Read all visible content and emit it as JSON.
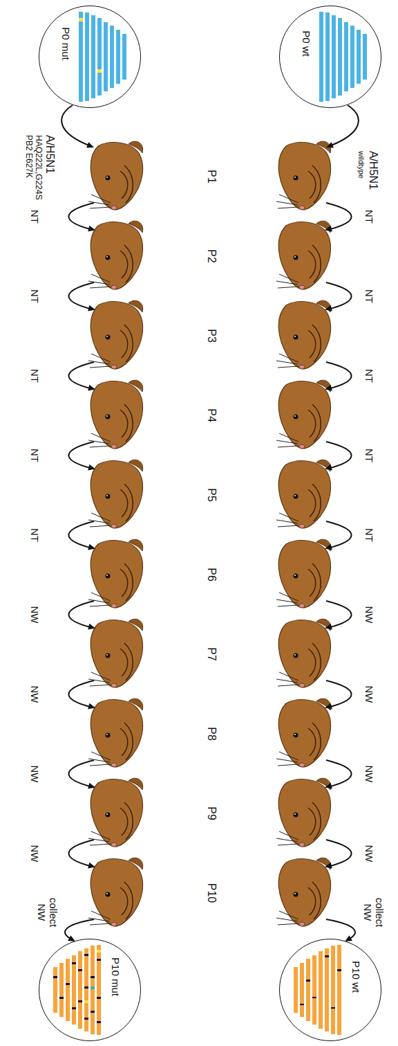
{
  "diagram": {
    "nodes": [
      {
        "text": [
          "P0 wt"
        ]
      },
      {
        "text": [
          "P0 mut"
        ]
      },
      {
        "text": [
          "P10 wt"
        ]
      },
      {
        "text": [
          "P10 mut"
        ]
      }
    ],
    "labels": [
      "A/H5N1",
      "wildtype",
      "A/H5N1",
      "HAQ222L,G224S",
      "PB2 E627K",
      "P1",
      "P2",
      "P3",
      "P4",
      "P5",
      "P6",
      "P7",
      "P8",
      "P9",
      "P10",
      "NT",
      "NT",
      "NT",
      "NT",
      "NT",
      "NW",
      "NW",
      "NW",
      "NW",
      "collect NW",
      "NT",
      "NT",
      "NT",
      "NT",
      "NT",
      "NW",
      "NW",
      "NW",
      "NW",
      "collect NW"
    ]
  }
}
